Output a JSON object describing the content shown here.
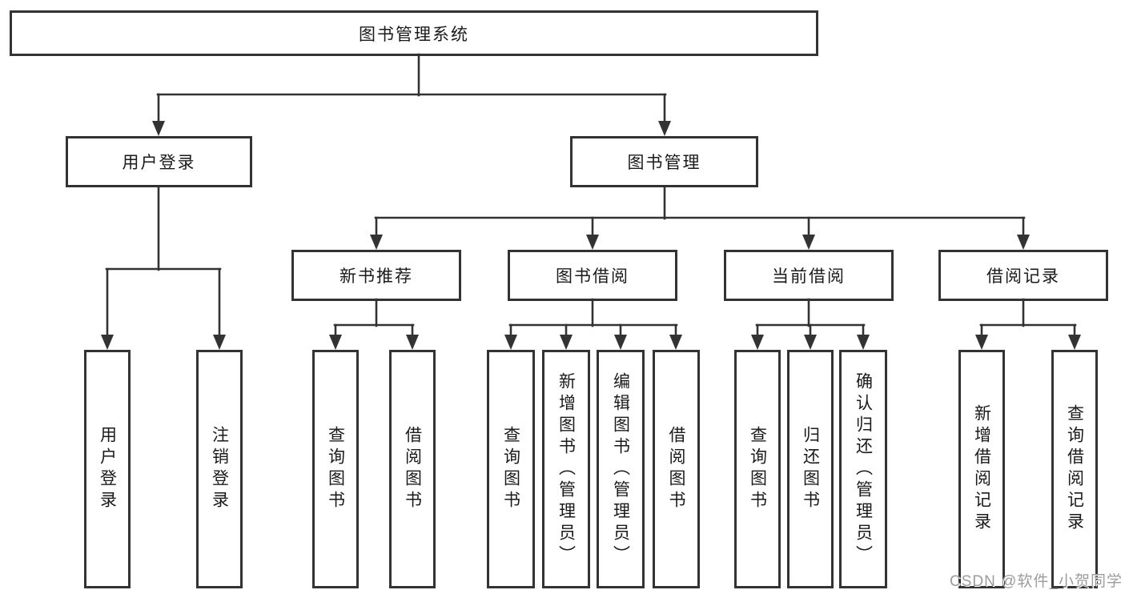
{
  "colors": {
    "line": "#333333",
    "box_border": "#333333",
    "text": "#1a1a1a",
    "background": "#ffffff",
    "watermark": "#9c9c9c"
  },
  "watermark": {
    "text": "CSDN @软件_小贺同学"
  },
  "tree": {
    "root": {
      "label": "图书管理系统"
    },
    "branches": [
      {
        "label": "用户登录",
        "children": [
          {
            "label": "用户登录"
          },
          {
            "label": "注销登录"
          }
        ]
      },
      {
        "label": "图书管理",
        "children": [
          {
            "label": "新书推荐",
            "children": [
              {
                "label": "查询图书"
              },
              {
                "label": "借阅图书"
              }
            ]
          },
          {
            "label": "图书借阅",
            "children": [
              {
                "label": "查询图书"
              },
              {
                "label": "新增图书（管理员）"
              },
              {
                "label": "编辑图书（管理员）"
              },
              {
                "label": "借阅图书"
              }
            ]
          },
          {
            "label": "当前借阅",
            "children": [
              {
                "label": "查询图书"
              },
              {
                "label": "归还图书"
              },
              {
                "label": "确认归还（管理员）"
              }
            ]
          },
          {
            "label": "借阅记录",
            "children": [
              {
                "label": "新增借阅记录"
              },
              {
                "label": "查询借阅记录"
              }
            ]
          }
        ]
      }
    ]
  }
}
